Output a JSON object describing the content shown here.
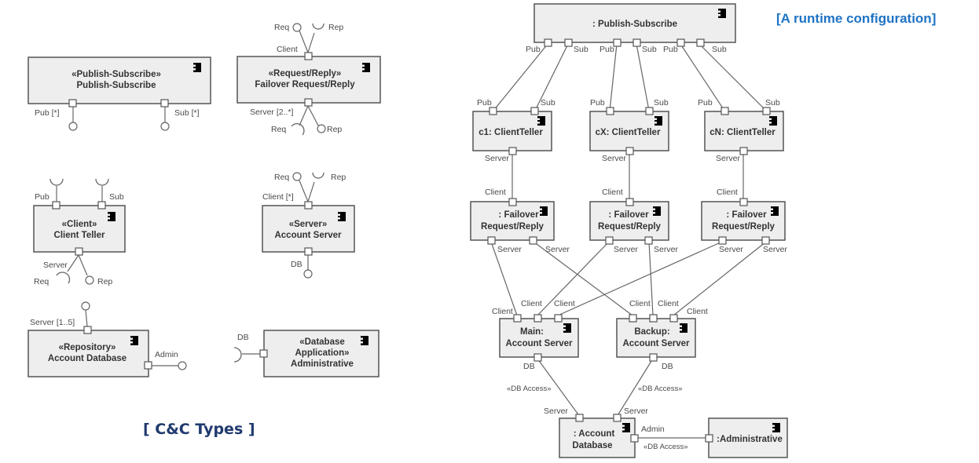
{
  "titles": {
    "types": "[ C&C Types ]",
    "runtime": "[A runtime configuration]"
  },
  "colors": {
    "types_title": "#1f3a6e",
    "runtime_title": "#1e73c4",
    "box_fill": "#eeeeee"
  },
  "types": {
    "pubsub": {
      "stereotype": "«Publish-Subscribe»",
      "name": "Publish-Subscribe",
      "ports": [
        "Pub [*]",
        "Sub [*]"
      ]
    },
    "reqrep": {
      "stereotype": "«Request/Reply»",
      "name": "Failover Request/Reply",
      "ports": [
        "Client",
        "Server [2..*]"
      ],
      "interfaces": [
        "Req",
        "Rep",
        "Req",
        "Rep"
      ]
    },
    "client": {
      "stereotype": "«Client»",
      "name": "Client Teller",
      "ports": [
        "Pub",
        "Sub",
        "Server"
      ],
      "interfaces": [
        "Req",
        "Rep"
      ]
    },
    "server": {
      "stereotype": "«Server»",
      "name": "Account Server",
      "ports": [
        "Client [*]",
        "DB"
      ],
      "interfaces": [
        "Req",
        "Rep"
      ]
    },
    "repo": {
      "stereotype": "«Repository»",
      "name": "Account Database",
      "ports": [
        "Server [1..5]",
        "Admin"
      ]
    },
    "dbapp": {
      "stereotype_line1": "«Database",
      "stereotype_line2": "Application»",
      "name": "Administrative",
      "ports": [
        "DB"
      ]
    }
  },
  "runtime": {
    "pubsub": {
      "name": ": Publish-Subscribe",
      "ports": [
        "Pub",
        "Sub",
        "Pub",
        "Sub",
        "Pub",
        "Sub"
      ]
    },
    "clients": [
      {
        "name": "c1: ClientTeller",
        "ports": [
          "Pub",
          "Sub",
          "Server"
        ]
      },
      {
        "name": "cX: ClientTeller",
        "ports": [
          "Pub",
          "Sub",
          "Server"
        ]
      },
      {
        "name": "cN: ClientTeller",
        "ports": [
          "Pub",
          "Sub",
          "Server"
        ]
      }
    ],
    "failovers": [
      {
        "line1": ": Failover",
        "line2": "Request/Reply",
        "ports": [
          "Client",
          "Server",
          "Server"
        ]
      },
      {
        "line1": ": Failover",
        "line2": "Request/Reply",
        "ports": [
          "Client",
          "Server",
          "Server"
        ]
      },
      {
        "line1": ": Failover",
        "line2": "Request/Reply",
        "ports": [
          "Client",
          "Server",
          "Server"
        ]
      }
    ],
    "main_server": {
      "line1": "Main:",
      "line2": "Account Server",
      "ports": [
        "Client",
        "Client",
        "Client",
        "DB"
      ]
    },
    "backup_server": {
      "line1": "Backup:",
      "line2": "Account Server",
      "ports": [
        "Client",
        "Client",
        "Client",
        "DB"
      ]
    },
    "database": {
      "line1": ": Account",
      "line2": "Database",
      "ports": [
        "Server",
        "Server",
        "Admin"
      ]
    },
    "admin": {
      "name": ":Administrative"
    },
    "connector_labels": [
      "«DB Access»",
      "«DB Access»",
      "«DB Access»"
    ]
  }
}
